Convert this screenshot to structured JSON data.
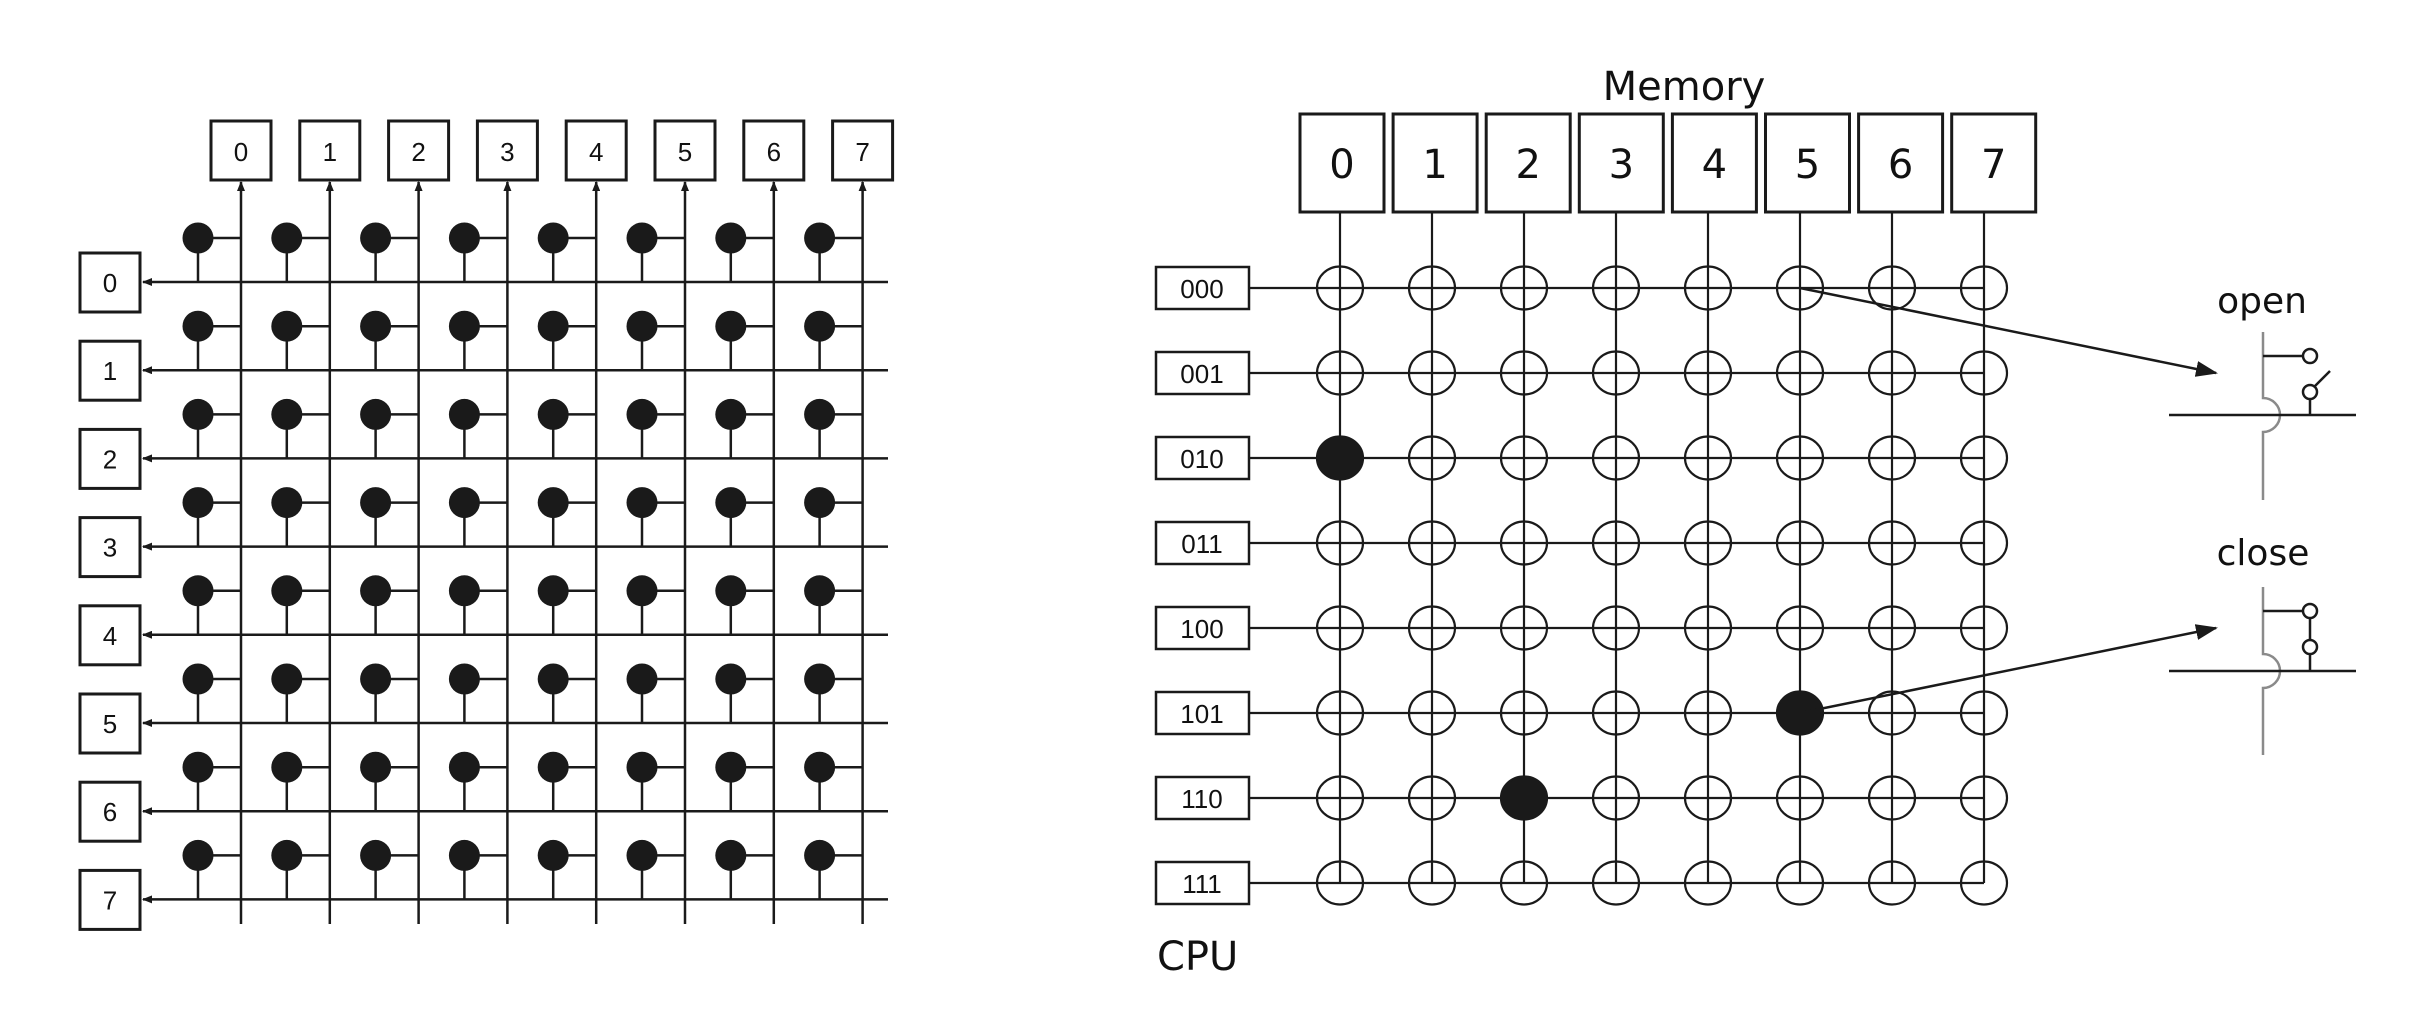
{
  "left_diagram": {
    "name": "crossbar-switch-8x8",
    "column_labels": [
      "0",
      "1",
      "2",
      "3",
      "4",
      "5",
      "6",
      "7"
    ],
    "row_labels": [
      "0",
      "1",
      "2",
      "3",
      "4",
      "5",
      "6",
      "7"
    ],
    "all_crosspoints_filled": true
  },
  "right_diagram": {
    "title": "Memory",
    "memory_labels": [
      "0",
      "1",
      "2",
      "3",
      "4",
      "5",
      "6",
      "7"
    ],
    "cpu_labels": [
      "000",
      "001",
      "010",
      "011",
      "100",
      "101",
      "110",
      "111"
    ],
    "cpu_caption": "CPU",
    "closed_crosspoints": [
      {
        "cpu": "010",
        "memory": "0"
      },
      {
        "cpu": "101",
        "memory": "5"
      },
      {
        "cpu": "110",
        "memory": "2"
      }
    ],
    "callouts": [
      {
        "label": "open",
        "from": {
          "cpu": "000",
          "memory": "5"
        },
        "state": "open"
      },
      {
        "label": "close",
        "from": {
          "cpu": "101",
          "memory": "5"
        },
        "state": "closed"
      }
    ]
  },
  "colors": {
    "ink": "#1a1a1a",
    "gray": "#8a8a8a",
    "background": "#ffffff"
  }
}
